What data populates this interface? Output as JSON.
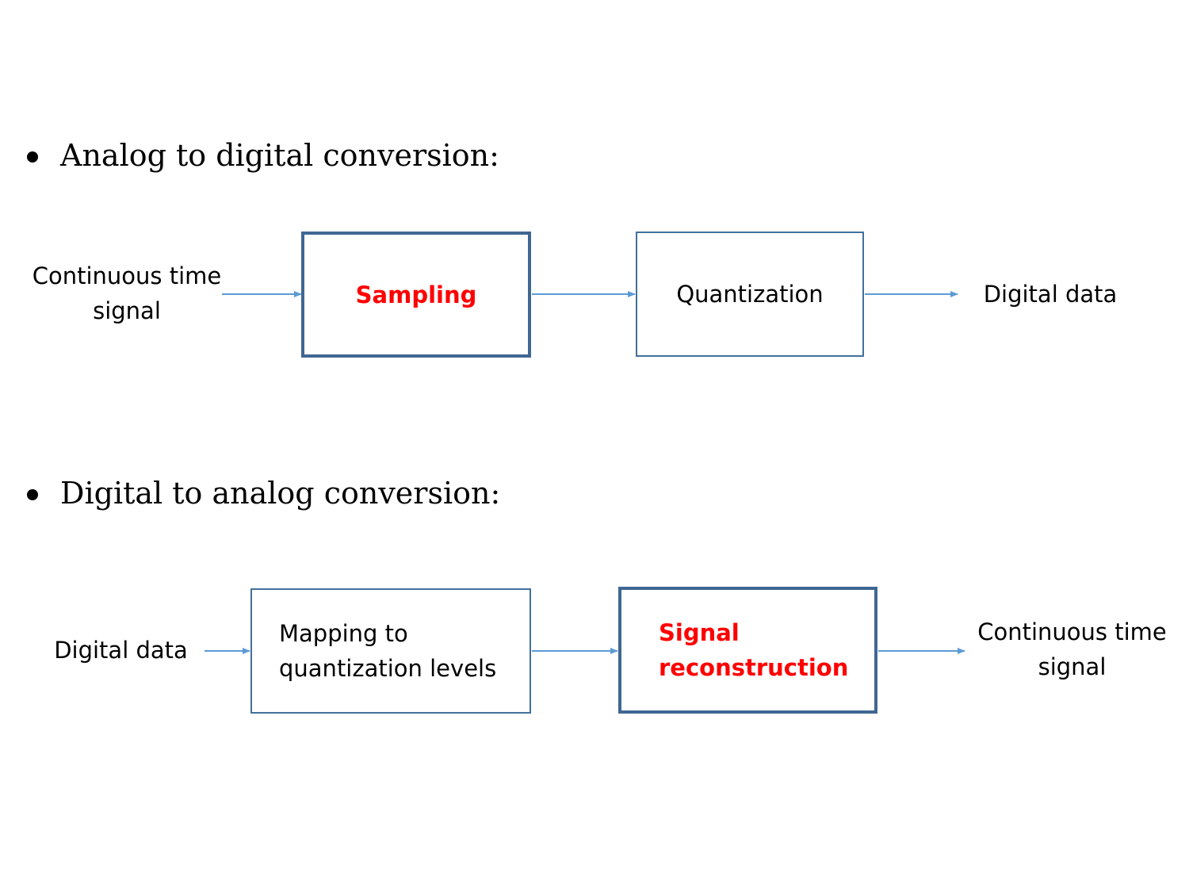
{
  "colors": {
    "box_border": "#41719c",
    "box_border_strong": "#3f6792",
    "arrow": "#5b9bd5",
    "highlight_text": "#ff0000",
    "text": "#000000"
  },
  "sections": [
    {
      "bullet": "Analog to digital conversion:",
      "input_label": "Continuous time\nsignal",
      "blocks": [
        {
          "label": "Sampling",
          "highlight": true
        },
        {
          "label": "Quantization",
          "highlight": false
        }
      ],
      "output_label": "Digital data"
    },
    {
      "bullet": "Digital to analog conversion:",
      "input_label": "Digital data",
      "blocks": [
        {
          "label": "Mapping to\nquantization levels",
          "highlight": false
        },
        {
          "label": "Signal\nreconstruction",
          "highlight": true
        }
      ],
      "output_label": "Continuous time\nsignal"
    }
  ]
}
